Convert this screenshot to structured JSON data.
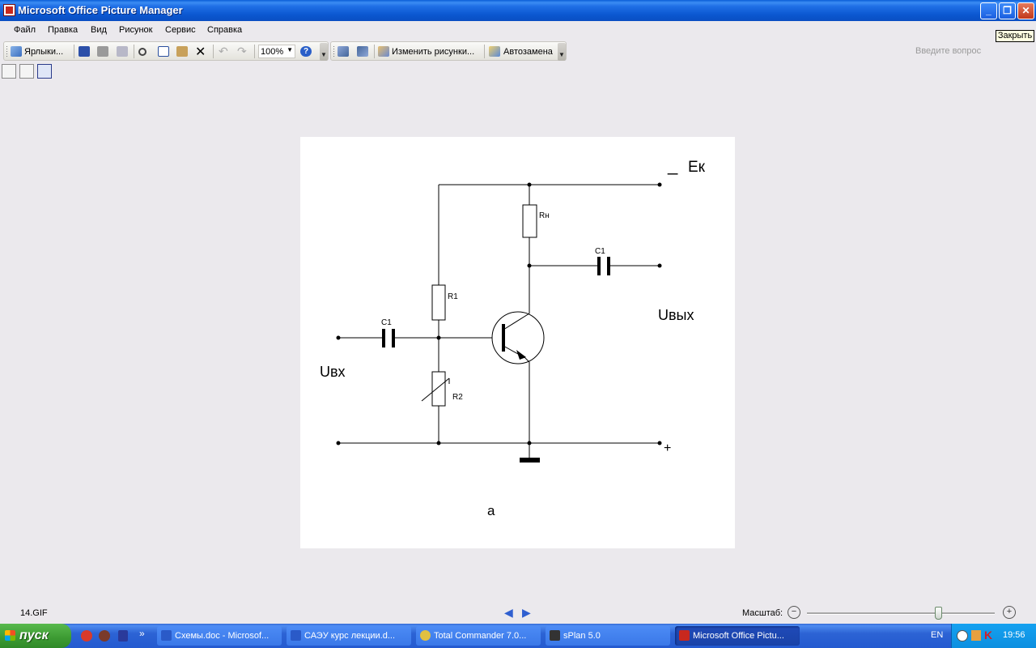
{
  "window": {
    "title": "Microsoft Office Picture Manager"
  },
  "menu": {
    "items": [
      "Файл",
      "Правка",
      "Вид",
      "Рисунок",
      "Сервис",
      "Справка"
    ],
    "help_placeholder": "Введите вопрос"
  },
  "tooltip": "Закрыть",
  "toolbar": {
    "shortcuts_label": "Ярлыки...",
    "zoom_value": "100%",
    "edit_label": "Изменить рисунки...",
    "autocorrect_label": "Автозамена"
  },
  "image": {
    "labels": {
      "ek": "Ек",
      "minus": "_",
      "plus": "+",
      "rn": "Rн",
      "c1_out": "C1",
      "c1_in": "C1",
      "r1": "R1",
      "r2": "R2",
      "uvyh": "Uвых",
      "uvh": "Uвх",
      "caption": "а"
    }
  },
  "status": {
    "filename": "14.GIF",
    "zoom_label": "Масштаб:",
    "zoom_fraction": 0.7
  },
  "taskbar": {
    "start": "пуск",
    "tasks": [
      "Схемы.doc - Microsof...",
      "САЭУ курс лекции.d...",
      "Total Commander 7.0...",
      "sPlan 5.0",
      "Microsoft Office Pictu..."
    ],
    "lang": "EN",
    "time": "19:56"
  },
  "colors": {
    "titlebar": "#0b57d0",
    "taskbar": "#245ad0",
    "start": "#3c9a32",
    "tray": "#0c8fe0",
    "background": "#ebe9ed"
  }
}
